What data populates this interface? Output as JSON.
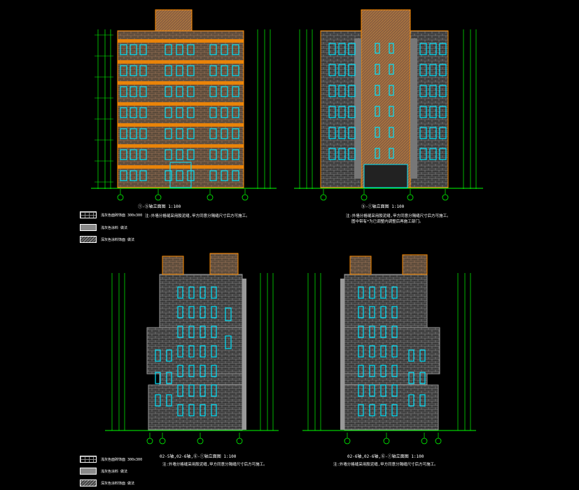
{
  "drawings": [
    {
      "id": "elev-a",
      "title": "①-⑤轴立面图 1:100",
      "note": "注:外墙分格缝采用胶泥缝,甲方同意分隔缝尺寸后方可施工。"
    },
    {
      "id": "elev-b",
      "title": "⑤-①轴立面图 1:100",
      "note": "注:外墙分格缝采用胶泥缝,甲方同意分隔缝尺寸后方可施工。",
      "note2": "图中带有*为已调整内调整后再施工部门。"
    },
    {
      "id": "elev-c",
      "title": "02-5轴,02-6轴,⑥-①轴立面图 1:100",
      "note": "注:外墙分格缝采用胶泥缝,甲方同意分隔缝尺寸后方可施工。"
    },
    {
      "id": "elev-d",
      "title": "02-6轴,02-6轴,⑥-①轴立面图 1:100",
      "note": "注:外墙分格缝采用胶泥缝,甲方同意分隔缝尺寸后方可施工。"
    }
  ],
  "legend": [
    {
      "pattern": "brick",
      "label": "浅灰色面砖饰面 300x300"
    },
    {
      "pattern": "gray",
      "label": "浅灰色涂料 做法"
    },
    {
      "pattern": "hatch",
      "label": "深灰色涂料饰面 做法"
    }
  ],
  "colors": {
    "background": "#000000",
    "dimension": "#00ff00",
    "window": "#00e5ff",
    "frame": "#ff8c00",
    "wall": "#8a8a8a",
    "text": "#ffffff"
  }
}
